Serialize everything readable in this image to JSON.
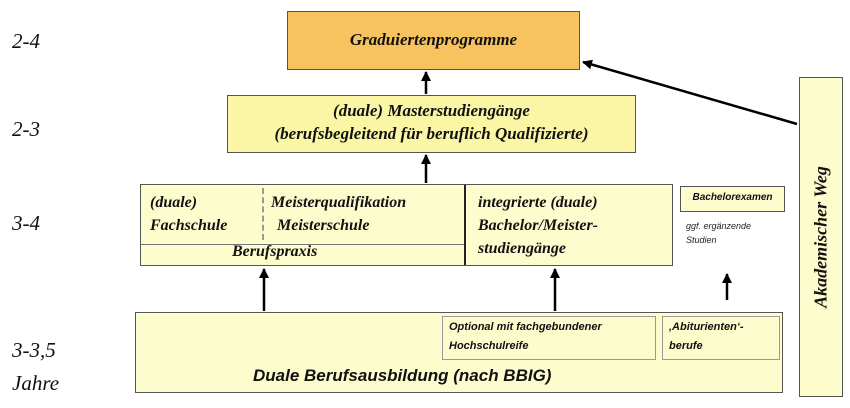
{
  "years": [
    "2-4",
    "2-3",
    "3-4",
    "3-3,5",
    "Jahre"
  ],
  "graduate": {
    "label": "Graduiertenprogramme"
  },
  "master": {
    "line1": "(duale) Masterstudiengänge",
    "line2": "(berufsbegleitend für beruflich Qualifizierte)"
  },
  "level3": {
    "fachschule_1": "(duale)",
    "fachschule_2": "Fachschule",
    "meister_1": "Meisterqualifikation",
    "meister_2": "Meisterschule",
    "berufspraxis": "Berufspraxis",
    "integriert_1": "integrierte (duale)",
    "integriert_2": "Bachelor/Meister-",
    "integriert_3": "studiengänge"
  },
  "bachelor": {
    "label": "Bachelorexamen",
    "note_1": "ggf. ergänzende",
    "note_2": "Studien"
  },
  "dual": {
    "main": "Duale Berufsausbildung (nach BBIG)",
    "optional_1": "Optional mit fachgebundener",
    "optional_2": "Hochschulreife",
    "abi_1": "‚Abiturienten‘-",
    "abi_2": "berufe"
  },
  "academic_path": {
    "label": "Akademischer Weg"
  },
  "colors": {
    "pale_yellow": "#fdfccd",
    "yellow": "#fbf6a6",
    "orange": "#f7c35e",
    "border": "#555555"
  }
}
